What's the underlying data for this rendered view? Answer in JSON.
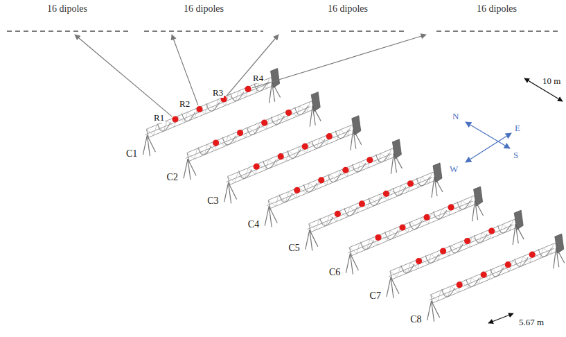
{
  "diagram": {
    "labels": [
      "16 dipoles",
      "16 dipoles",
      "16 dipoles",
      "16 dipoles",
      "R1",
      "R2",
      "R3",
      "R4",
      "N",
      "E",
      "W",
      "S",
      "10 m",
      "5.67 m",
      "C1",
      "C2",
      "C3",
      "C4",
      "C5",
      "C6",
      "C7",
      "C8"
    ]
  }
}
